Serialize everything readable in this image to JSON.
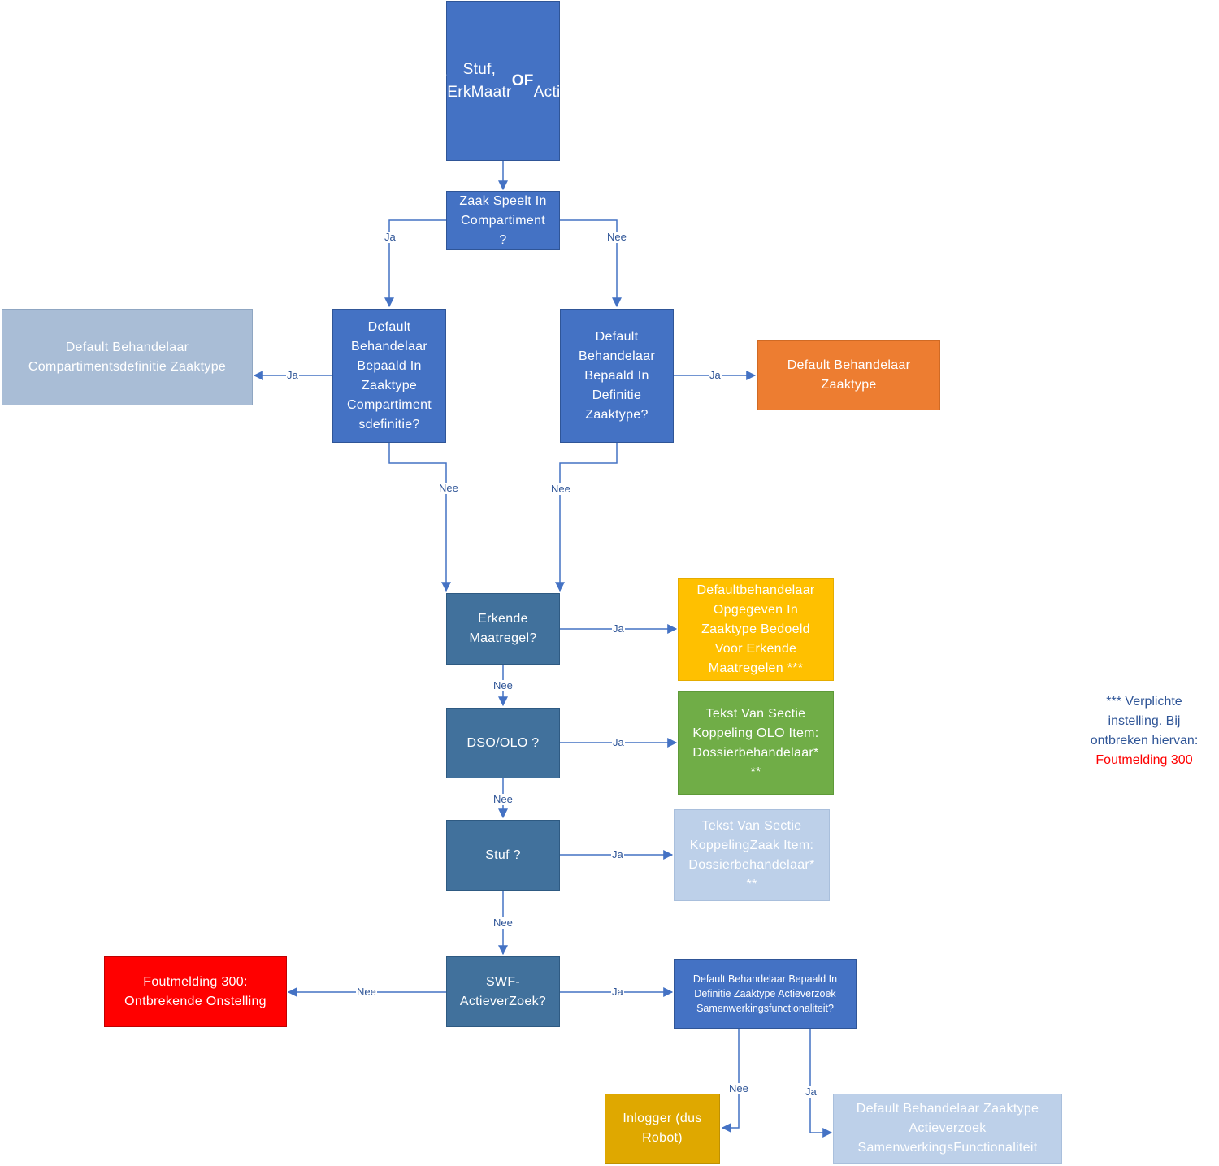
{
  "nodes": {
    "start": "Robot (DSO,\nOLO OF Stuf,\nErkMaatr OF\nSWF-\nActieverzoek\n)",
    "compartiment_q": "Zaak Speelt In\nCompartiment\n?",
    "comp_def_q": "Default\nBehandelaar\nBepaald In\nZaaktype\nCompartiment\nsdefinitie?",
    "def_q": "Default\nBehandelaar\nBepaald In\nDefinitie\nZaaktype?",
    "comp_result": "Default Behandelaar\nCompartimentsdefinitie  Zaaktype",
    "zaaktype_result": "Default Behandelaar\nZaaktype",
    "erkende_q": "Erkende\nMaatregel?",
    "erkende_result": "Defaultbehandelaar\nOpgegeven In\nZaaktype Bedoeld\nVoor Erkende\nMaatregelen ***",
    "dso_q": "DSO/OLO ?",
    "dso_result": "Tekst Van Sectie\nKoppeling OLO Item:\nDossierbehandelaar*\n**",
    "stuf_q": "Stuf ?",
    "stuf_result": "Tekst Van Sectie\nKoppelingZaak Item:\nDossierbehandelaar*\n**",
    "swf_q": "SWF-\nActieverZoek?",
    "error_result": "Foutmelding 300:\nOntbrekende Onstelling",
    "swf_def_q": "Default Behandelaar Bepaald In\nDefinitie Zaaktype Actieverzoek\nSamenwerkingsfunctionaliteit?",
    "inlogger_result": "Inlogger (dus\nRobot)",
    "swf_result": "Default Behandelaar Zaaktype\nActieverzoek\nSamenwerkingsFunctionaliteit"
  },
  "labels": {
    "yes": "Ja",
    "no": "Nee"
  },
  "note": {
    "text": "*** Verplichte\ninstelling. Bij\nontbreken hiervan:",
    "highlight": "Foutmelding 300"
  },
  "colors": {
    "blue": "#4472c4",
    "steel": "#41719c",
    "grey_blue": "#a9bdd6",
    "orange": "#ed7d31",
    "yellow": "#ffc000",
    "green": "#70ad47",
    "light_blue": "#bdd0e9",
    "red": "#ff0000",
    "gold": "#dfa800",
    "connector": "#4472c4"
  }
}
